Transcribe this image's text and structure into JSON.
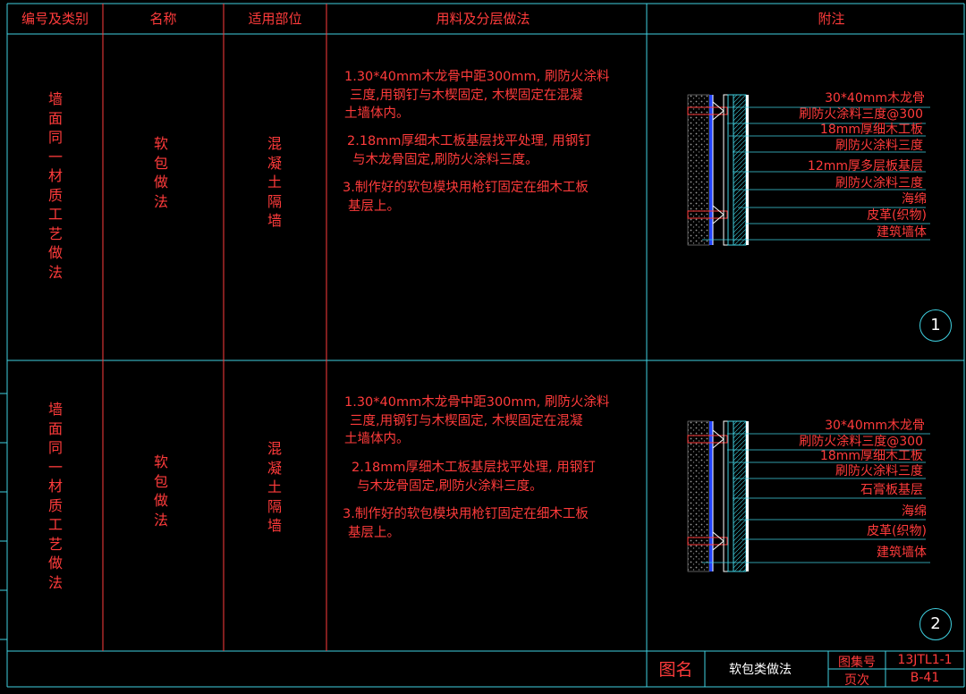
{
  "header": {
    "col1": "编号及类别",
    "col2": "名称",
    "col3": "适用部位",
    "col4": "用料及分层做法",
    "col5": "附注"
  },
  "rows": [
    {
      "category": [
        "墙",
        "面",
        "同",
        "一",
        "材",
        "质",
        "工",
        "艺",
        "做",
        "法"
      ],
      "name": [
        "软",
        "包",
        "做",
        "法"
      ],
      "location": [
        "混",
        "凝",
        "土",
        "隔",
        "墙"
      ],
      "steps": [
        [
          "1.30*40mm木龙骨中距300mm, 刷防火涂料",
          "三度,用钢钉与木楔固定, 木楔固定在混凝",
          "土墙体内。"
        ],
        [
          "2.18mm厚细木工板基层找平处理, 用钢钉",
          "与木龙骨固定,刷防火涂料三度。"
        ],
        [
          "3.制作好的软包模块用枪钉固定在细木工板",
          "基层上。"
        ]
      ],
      "labels": [
        "30*40mm木龙骨",
        "刷防火涂料三度@300",
        "18mm厚细木工板",
        "刷防火涂料三度",
        "12mm厚多层板基层",
        "刷防火涂料三度",
        "海绵",
        "皮革(织物)",
        "建筑墙体"
      ],
      "detail_no": "1"
    },
    {
      "category": [
        "墙",
        "面",
        "同",
        "一",
        "材",
        "质",
        "工",
        "艺",
        "做",
        "法"
      ],
      "name": [
        "软",
        "包",
        "做",
        "法"
      ],
      "location": [
        "混",
        "凝",
        "土",
        "隔",
        "墙"
      ],
      "steps": [
        [
          "1.30*40mm木龙骨中距300mm, 刷防火涂料",
          "三度,用钢钉与木楔固定, 木楔固定在混凝",
          "土墙体内。"
        ],
        [
          "2.18mm厚细木工板基层找平处理, 用钢钉",
          "与木龙骨固定,刷防火涂料三度。"
        ],
        [
          "3.制作好的软包模块用枪钉固定在细木工板",
          "基层上。"
        ]
      ],
      "labels": [
        "30*40mm木龙骨",
        "刷防火涂料三度@300",
        "18mm厚细木工板",
        "刷防火涂料三度",
        "石膏板基层",
        "海绵",
        "皮革(织物)",
        "建筑墙体"
      ],
      "detail_no": "2"
    }
  ],
  "title_block": {
    "drawing_name_label": "图名",
    "drawing_name": "软包类做法",
    "atlas_no_label": "图集号",
    "atlas_no": "13JTL1-1",
    "page_label": "页次",
    "page_no": "B-41"
  },
  "colors": {
    "background": "#000000",
    "grid_cyan": "#3fd0e0",
    "text_red": "#ff3b3b",
    "wall_gray": "#9a9a9a"
  }
}
